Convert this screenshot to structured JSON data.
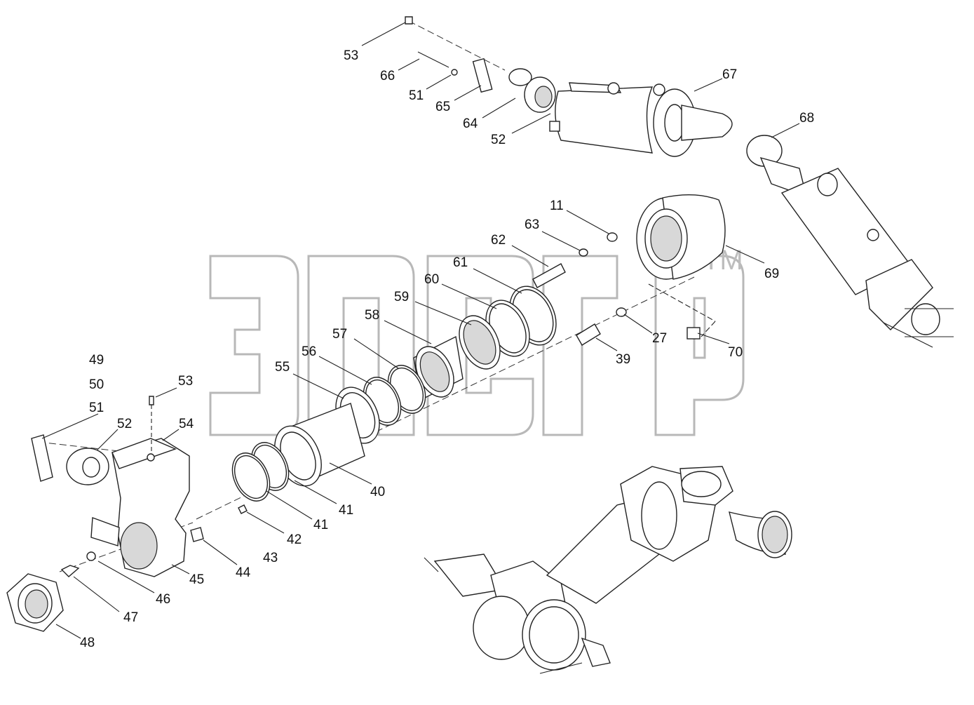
{
  "watermark": {
    "mark": "TM"
  },
  "callouts": [
    {
      "id": "53a",
      "text": "53"
    },
    {
      "id": "66",
      "text": "66"
    },
    {
      "id": "51a",
      "text": "51"
    },
    {
      "id": "65",
      "text": "65"
    },
    {
      "id": "64",
      "text": "64"
    },
    {
      "id": "52a",
      "text": "52"
    },
    {
      "id": "67",
      "text": "67"
    },
    {
      "id": "68",
      "text": "68"
    },
    {
      "id": "11",
      "text": "11"
    },
    {
      "id": "63",
      "text": "63"
    },
    {
      "id": "62",
      "text": "62"
    },
    {
      "id": "61",
      "text": "61"
    },
    {
      "id": "60",
      "text": "60"
    },
    {
      "id": "59",
      "text": "59"
    },
    {
      "id": "58",
      "text": "58"
    },
    {
      "id": "57",
      "text": "57"
    },
    {
      "id": "56",
      "text": "56"
    },
    {
      "id": "55",
      "text": "55"
    },
    {
      "id": "69",
      "text": "69"
    },
    {
      "id": "27",
      "text": "27"
    },
    {
      "id": "39",
      "text": "39"
    },
    {
      "id": "70",
      "text": "70"
    },
    {
      "id": "49",
      "text": "49"
    },
    {
      "id": "50",
      "text": "50"
    },
    {
      "id": "51b",
      "text": "51"
    },
    {
      "id": "52b",
      "text": "52"
    },
    {
      "id": "53b",
      "text": "53"
    },
    {
      "id": "54",
      "text": "54"
    },
    {
      "id": "40",
      "text": "40"
    },
    {
      "id": "41a",
      "text": "41"
    },
    {
      "id": "41b",
      "text": "41"
    },
    {
      "id": "42",
      "text": "42"
    },
    {
      "id": "43",
      "text": "43"
    },
    {
      "id": "44",
      "text": "44"
    },
    {
      "id": "45",
      "text": "45"
    },
    {
      "id": "46",
      "text": "46"
    },
    {
      "id": "47",
      "text": "47"
    },
    {
      "id": "48",
      "text": "48"
    }
  ]
}
